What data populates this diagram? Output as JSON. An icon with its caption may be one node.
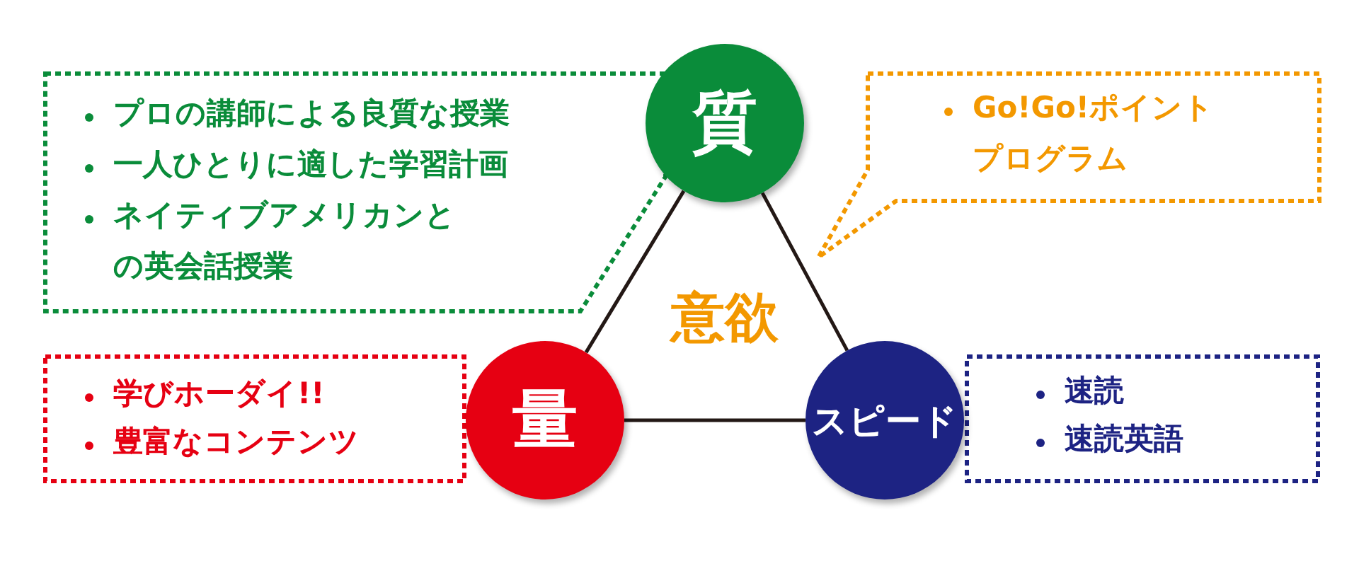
{
  "diagram": {
    "nodes": [
      {
        "text": [
          "プロの講師による良質な授業",
          "一人ひとりに適した学習計画",
          "ネイティブアメリカンとの英会話授業"
        ]
      },
      {
        "text": [
          "質"
        ]
      },
      {
        "text": [
          "Go!Go!ポイントプログラム"
        ]
      },
      {
        "text": [
          "意欲"
        ]
      },
      {
        "text": [
          "学びホーダイ!!",
          "豊富なコンテンツ"
        ]
      },
      {
        "text": [
          "量"
        ]
      },
      {
        "text": [
          "スピード"
        ]
      },
      {
        "text": [
          "速読",
          "速読英語"
        ]
      }
    ],
    "edges": [
      {
        "from": 1,
        "to": 5,
        "arrow": "none"
      },
      {
        "from": 1,
        "to": 6,
        "arrow": "none"
      },
      {
        "from": 5,
        "to": 6,
        "arrow": "none"
      }
    ]
  }
}
